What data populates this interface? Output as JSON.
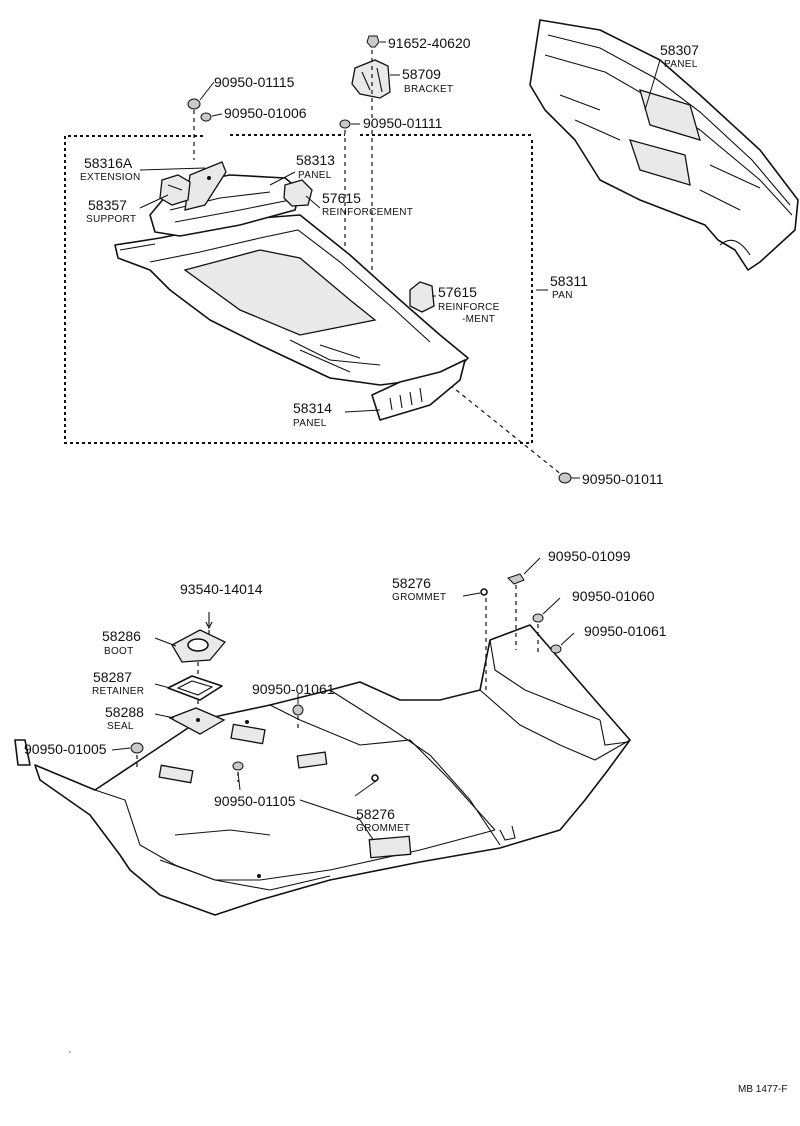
{
  "upper_group": {
    "panel_58307": {
      "number": "58307",
      "name": "PANEL"
    },
    "bolt_91652": {
      "number": "91652-40620"
    },
    "bracket_58709": {
      "number": "58709",
      "name": "BRACKET"
    },
    "plug_01115": {
      "number": "90950-01115"
    },
    "plug_01006": {
      "number": "90950-01006"
    },
    "plug_01111": {
      "number": "90950-01111"
    },
    "extension_58316a": {
      "number": "58316A",
      "name": "EXTENSION"
    },
    "panel_58313": {
      "number": "58313",
      "name": "PANEL"
    },
    "support_58357": {
      "number": "58357",
      "name": "SUPPORT"
    },
    "reinforcement_57615a": {
      "number": "57615",
      "name": "REINFORCEMENT"
    },
    "pan_58311": {
      "number": "58311",
      "name": "PAN"
    },
    "reinforcement_57615b": {
      "number": "57615",
      "name_line1": "REINFORCE",
      "name_line2": "-MENT"
    },
    "panel_58314": {
      "number": "58314",
      "name": "PANEL"
    },
    "plug_01011": {
      "number": "90950-01011"
    }
  },
  "lower_group": {
    "plug_01099": {
      "number": "90950-01099"
    },
    "grommet_58276a": {
      "number": "58276",
      "name": "GROMMET"
    },
    "plug_01060": {
      "number": "90950-01060"
    },
    "plug_01061a": {
      "number": "90950-01061"
    },
    "screw_93540": {
      "number": "93540-14014"
    },
    "boot_58286": {
      "number": "58286",
      "name": "BOOT"
    },
    "retainer_58287": {
      "number": "58287",
      "name": "RETAINER"
    },
    "plug_01061b": {
      "number": "90950-01061"
    },
    "seal_58288": {
      "number": "58288",
      "name": "SEAL"
    },
    "plug_01005": {
      "number": "90950-01005"
    },
    "plug_01105": {
      "number": "90950-01105"
    },
    "grommet_58276b": {
      "number": "58276",
      "name": "GROMMET"
    }
  },
  "footer": {
    "drawing_code": "MB 1477-F"
  }
}
